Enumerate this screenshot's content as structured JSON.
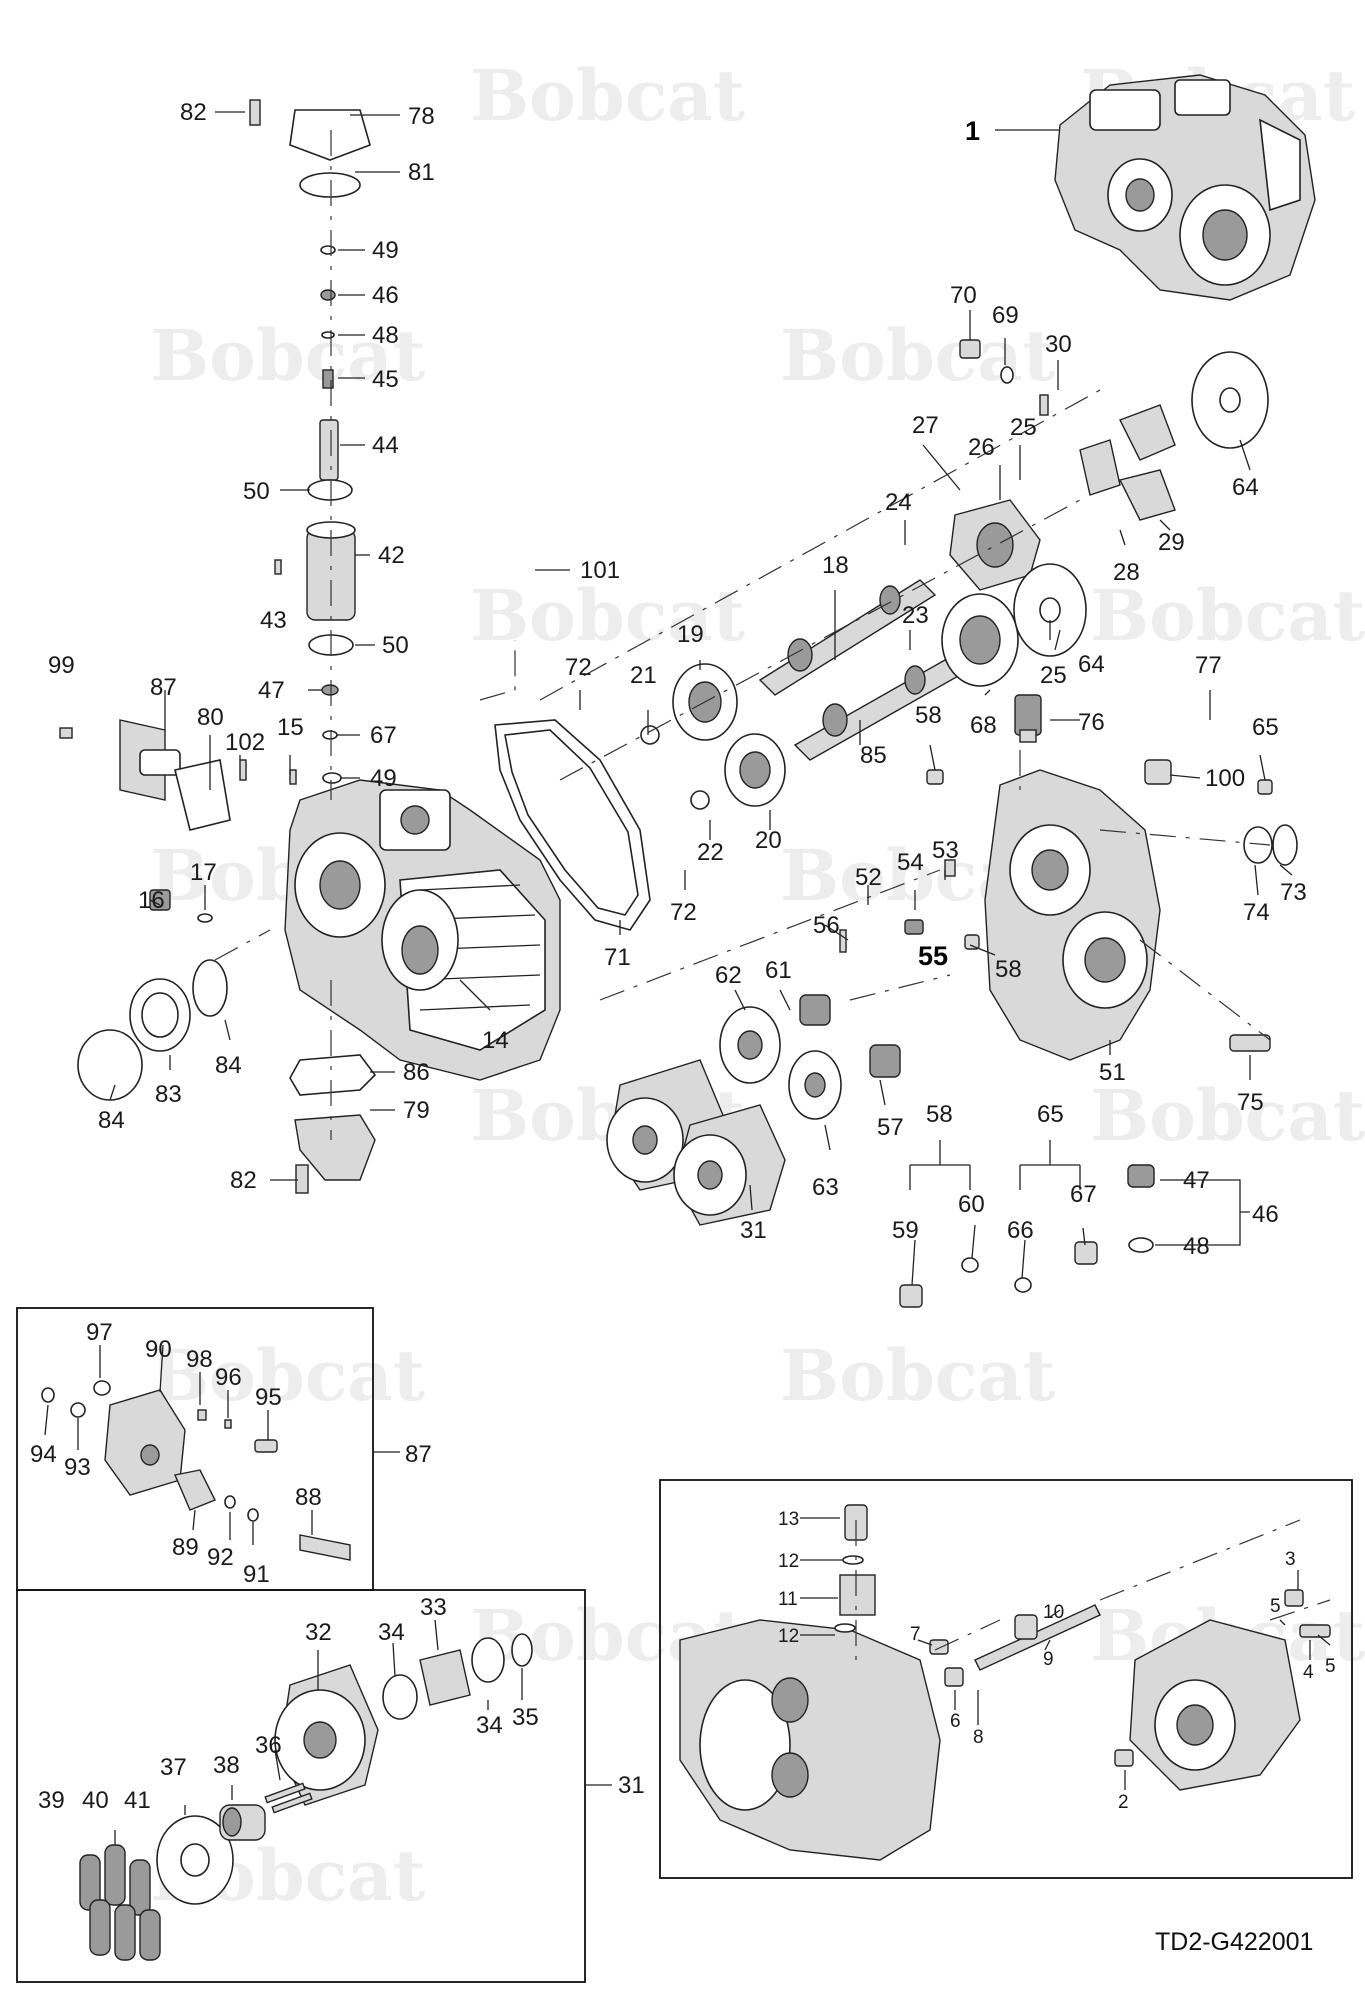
{
  "drawing_code": "TD2-G422001",
  "watermark": {
    "text": "Bobcat"
  },
  "brand_color": "#ededed",
  "main_labels": [
    {
      "t": "1",
      "bold": true
    },
    {
      "t": "82"
    },
    {
      "t": "78"
    },
    {
      "t": "81"
    },
    {
      "t": "49"
    },
    {
      "t": "46"
    },
    {
      "t": "48"
    },
    {
      "t": "45"
    },
    {
      "t": "44"
    },
    {
      "t": "50"
    },
    {
      "t": "42"
    },
    {
      "t": "43"
    },
    {
      "t": "101"
    },
    {
      "t": "50"
    },
    {
      "t": "47"
    },
    {
      "t": "67"
    },
    {
      "t": "49"
    },
    {
      "t": "99"
    },
    {
      "t": "87"
    },
    {
      "t": "80"
    },
    {
      "t": "102"
    },
    {
      "t": "15"
    },
    {
      "t": "16"
    },
    {
      "t": "17"
    },
    {
      "t": "72"
    },
    {
      "t": "21"
    },
    {
      "t": "19"
    },
    {
      "t": "18"
    },
    {
      "t": "23"
    },
    {
      "t": "22"
    },
    {
      "t": "20"
    },
    {
      "t": "85"
    },
    {
      "t": "72"
    },
    {
      "t": "71"
    },
    {
      "t": "14"
    },
    {
      "t": "70"
    },
    {
      "t": "69"
    },
    {
      "t": "30"
    },
    {
      "t": "27"
    },
    {
      "t": "26"
    },
    {
      "t": "25"
    },
    {
      "t": "24"
    },
    {
      "t": "64"
    },
    {
      "t": "29"
    },
    {
      "t": "28"
    },
    {
      "t": "64"
    },
    {
      "t": "25"
    },
    {
      "t": "68"
    },
    {
      "t": "76"
    },
    {
      "t": "58"
    },
    {
      "t": "77"
    },
    {
      "t": "65"
    },
    {
      "t": "100"
    },
    {
      "t": "73"
    },
    {
      "t": "74"
    },
    {
      "t": "52"
    },
    {
      "t": "54"
    },
    {
      "t": "53"
    },
    {
      "t": "56"
    },
    {
      "t": "55",
      "bold": true
    },
    {
      "t": "58"
    },
    {
      "t": "51"
    },
    {
      "t": "75"
    },
    {
      "t": "62"
    },
    {
      "t": "61"
    },
    {
      "t": "57"
    },
    {
      "t": "63"
    },
    {
      "t": "31"
    },
    {
      "t": "84"
    },
    {
      "t": "83"
    },
    {
      "t": "84"
    },
    {
      "t": "86"
    },
    {
      "t": "79"
    },
    {
      "t": "82"
    },
    {
      "t": "58"
    },
    {
      "t": "60"
    },
    {
      "t": "59"
    },
    {
      "t": "65"
    },
    {
      "t": "67"
    },
    {
      "t": "66"
    },
    {
      "t": "47"
    },
    {
      "t": "46"
    },
    {
      "t": "48"
    }
  ],
  "inset_87_labels": [
    {
      "t": "97"
    },
    {
      "t": "90"
    },
    {
      "t": "98"
    },
    {
      "t": "96"
    },
    {
      "t": "95"
    },
    {
      "t": "94"
    },
    {
      "t": "93"
    },
    {
      "t": "87"
    },
    {
      "t": "88"
    },
    {
      "t": "89"
    },
    {
      "t": "92"
    },
    {
      "t": "91"
    }
  ],
  "inset_31_labels": [
    {
      "t": "32"
    },
    {
      "t": "33"
    },
    {
      "t": "34"
    },
    {
      "t": "34"
    },
    {
      "t": "35"
    },
    {
      "t": "36"
    },
    {
      "t": "37"
    },
    {
      "t": "38"
    },
    {
      "t": "39"
    },
    {
      "t": "40"
    },
    {
      "t": "41"
    },
    {
      "t": "31"
    }
  ],
  "inset_2_labels": [
    {
      "t": "13"
    },
    {
      "t": "12"
    },
    {
      "t": "11"
    },
    {
      "t": "12"
    },
    {
      "t": "10"
    },
    {
      "t": "7"
    },
    {
      "t": "9"
    },
    {
      "t": "6"
    },
    {
      "t": "8"
    },
    {
      "t": "3"
    },
    {
      "t": "5"
    },
    {
      "t": "4"
    },
    {
      "t": "5"
    },
    {
      "t": "2"
    }
  ]
}
